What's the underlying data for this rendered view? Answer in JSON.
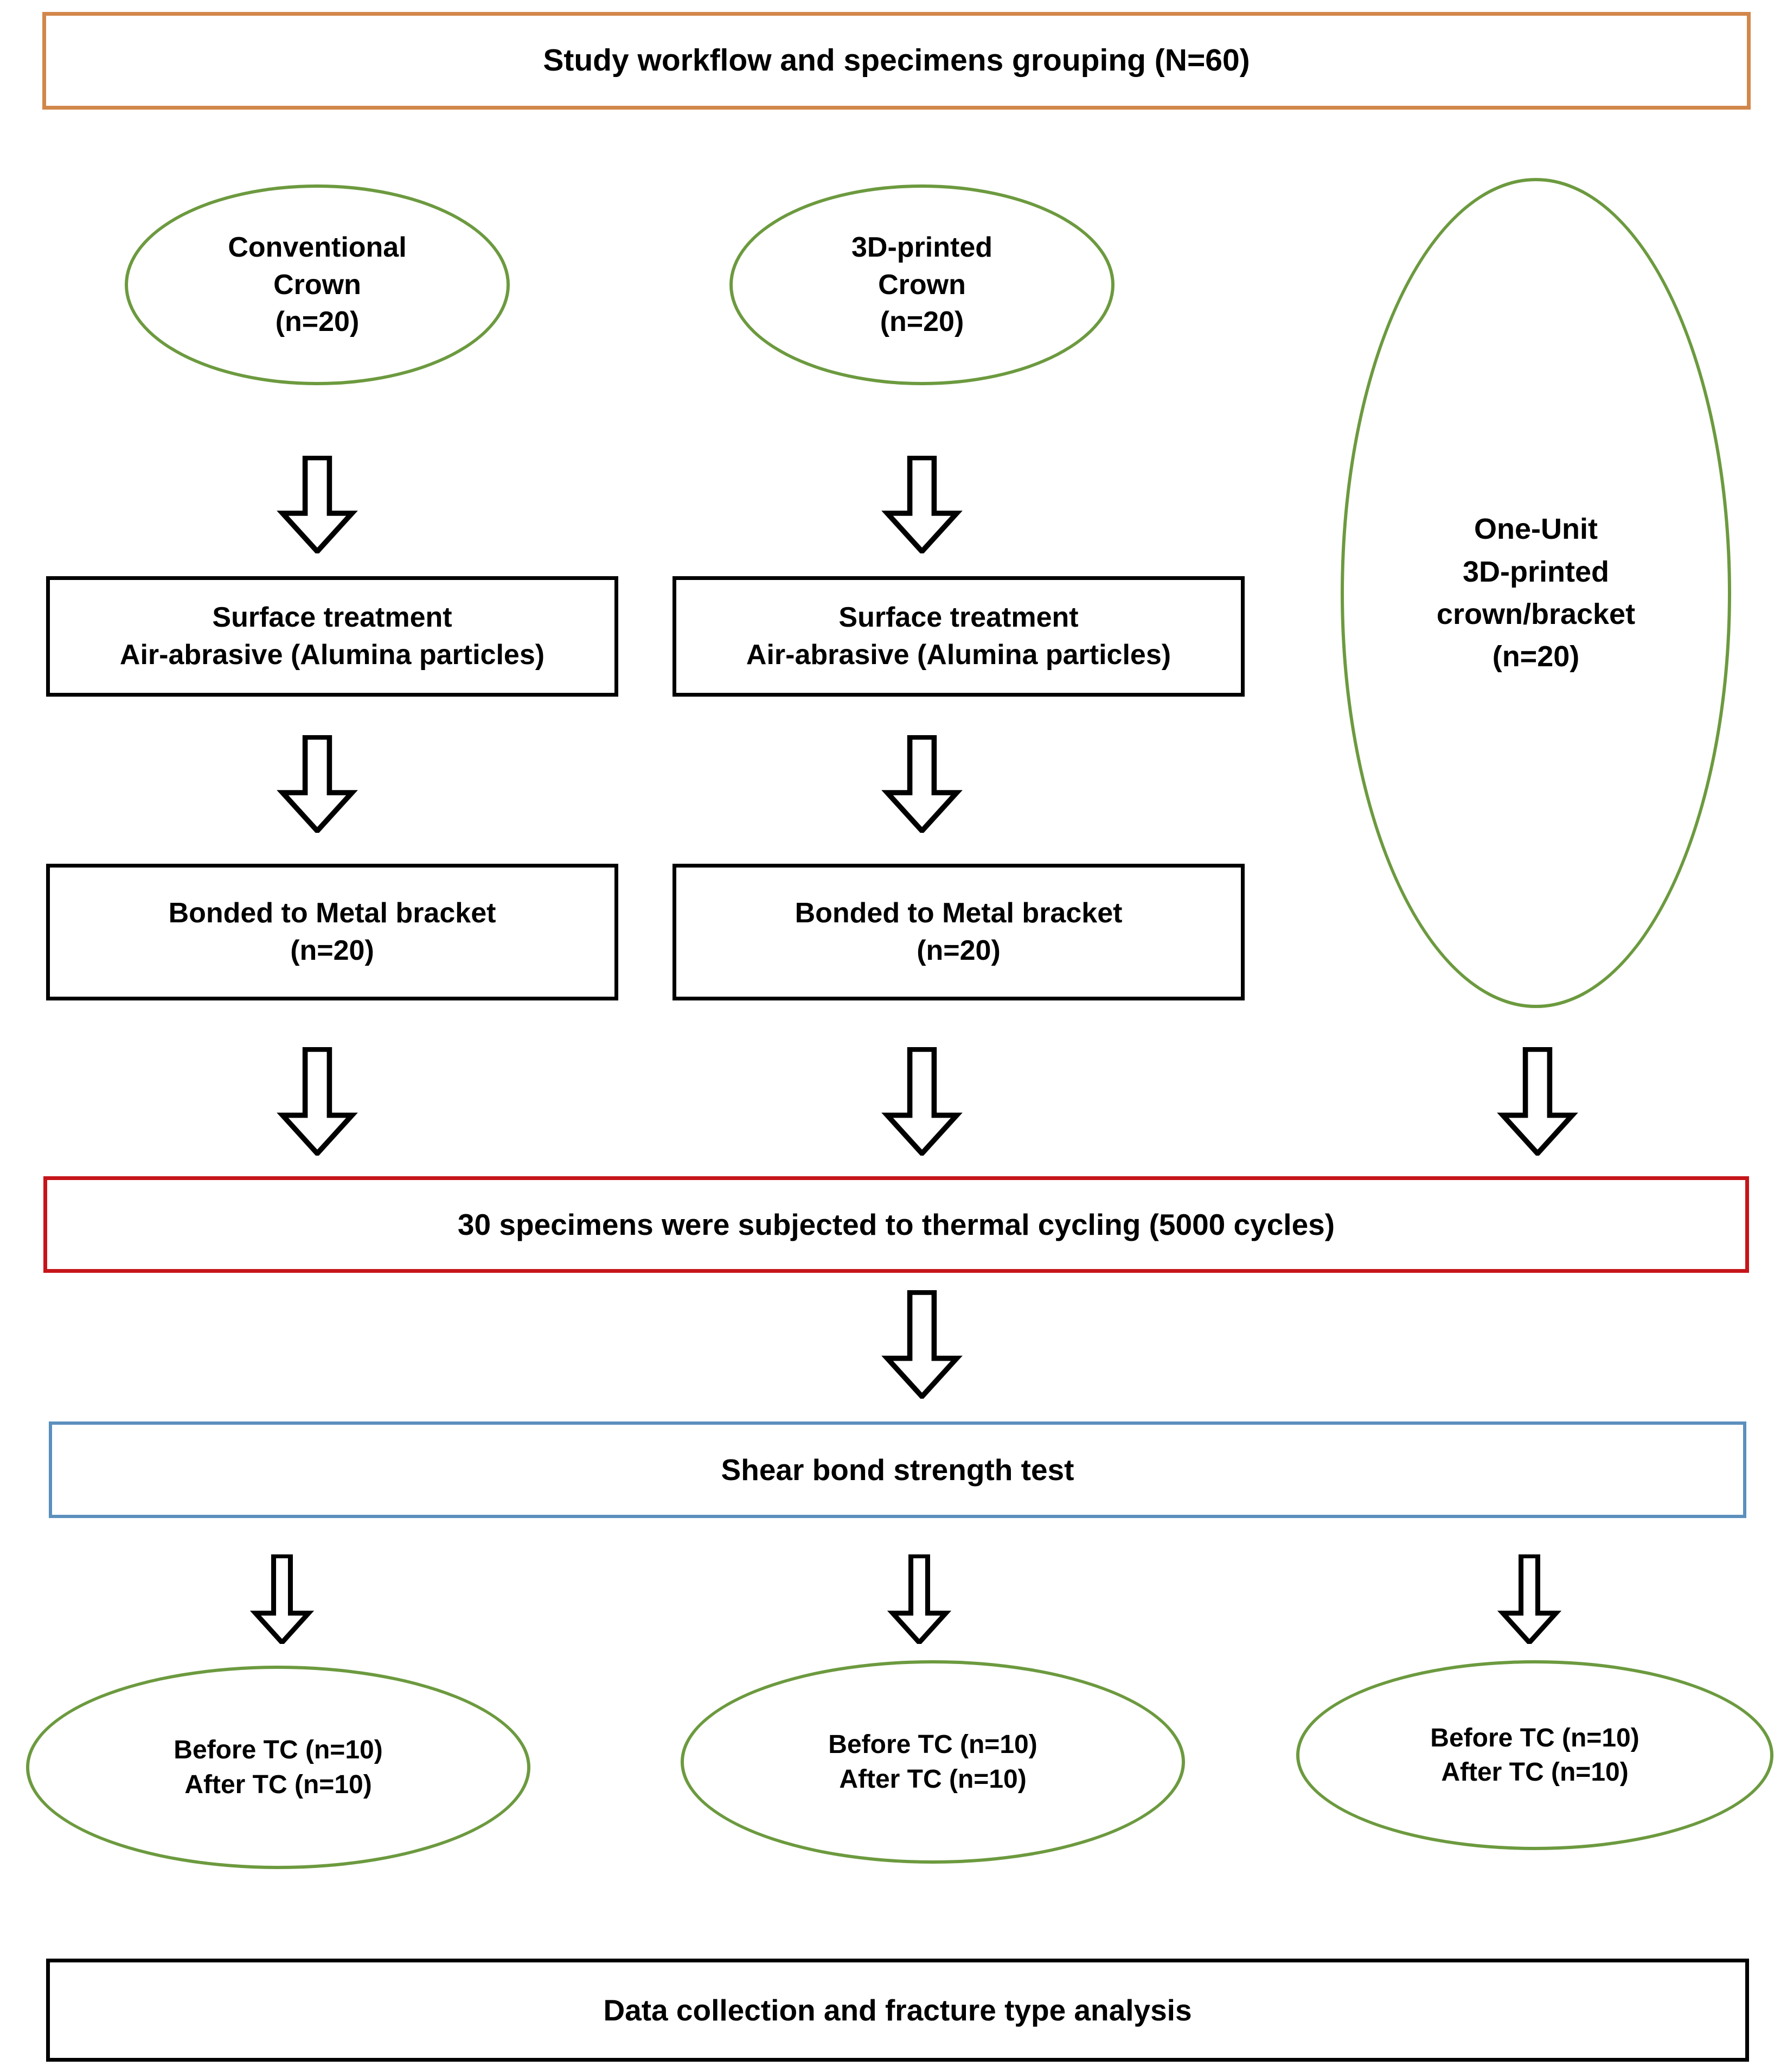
{
  "figure": {
    "title_box": {
      "label": "Study workflow and specimens grouping (N=60)",
      "border_color": "#d2874a"
    },
    "colors": {
      "ellipse_green": "#6c9a3f",
      "box_black": "#000000",
      "title_orange": "#d2874a",
      "thermal_red": "#c6151a",
      "shear_blue": "#5b8fbd",
      "arrow_outline": "#000000",
      "arrow_fill": "#ffffff",
      "background": "#ffffff"
    },
    "groups": [
      {
        "id": "conventional",
        "start_ellipse": {
          "lines": [
            "Conventional",
            "Crown",
            "(n=20)"
          ]
        },
        "steps": [
          {
            "lines": [
              "Surface treatment",
              "Air-abrasive (Alumina particles)"
            ]
          },
          {
            "lines": [
              "Bonded to Metal bracket",
              "(n=20)"
            ]
          }
        ],
        "result_ellipse": {
          "lines": [
            "Before TC (n=10)",
            "After TC (n=10)"
          ]
        }
      },
      {
        "id": "printed",
        "start_ellipse": {
          "lines": [
            "3D-printed",
            "Crown",
            "(n=20)"
          ]
        },
        "steps": [
          {
            "lines": [
              "Surface treatment",
              "Air-abrasive (Alumina particles)"
            ]
          },
          {
            "lines": [
              "Bonded to Metal bracket",
              "(n=20)"
            ]
          }
        ],
        "result_ellipse": {
          "lines": [
            "Before TC (n=10)",
            "After TC (n=10)"
          ]
        }
      },
      {
        "id": "one-unit",
        "start_ellipse": {
          "lines": [
            "One-Unit",
            "3D-printed",
            "crown/bracket",
            "(n=20)"
          ]
        },
        "steps": [],
        "result_ellipse": {
          "lines": [
            "Before TC (n=10)",
            "After TC (n=10)"
          ]
        }
      }
    ],
    "thermal_box": {
      "label": "30 specimens were subjected to thermal cycling (5000 cycles)"
    },
    "shear_box": {
      "label": "Shear bond strength test"
    },
    "final_box": {
      "label": "Data collection and fracture type analysis"
    },
    "arrow_count": 12
  }
}
